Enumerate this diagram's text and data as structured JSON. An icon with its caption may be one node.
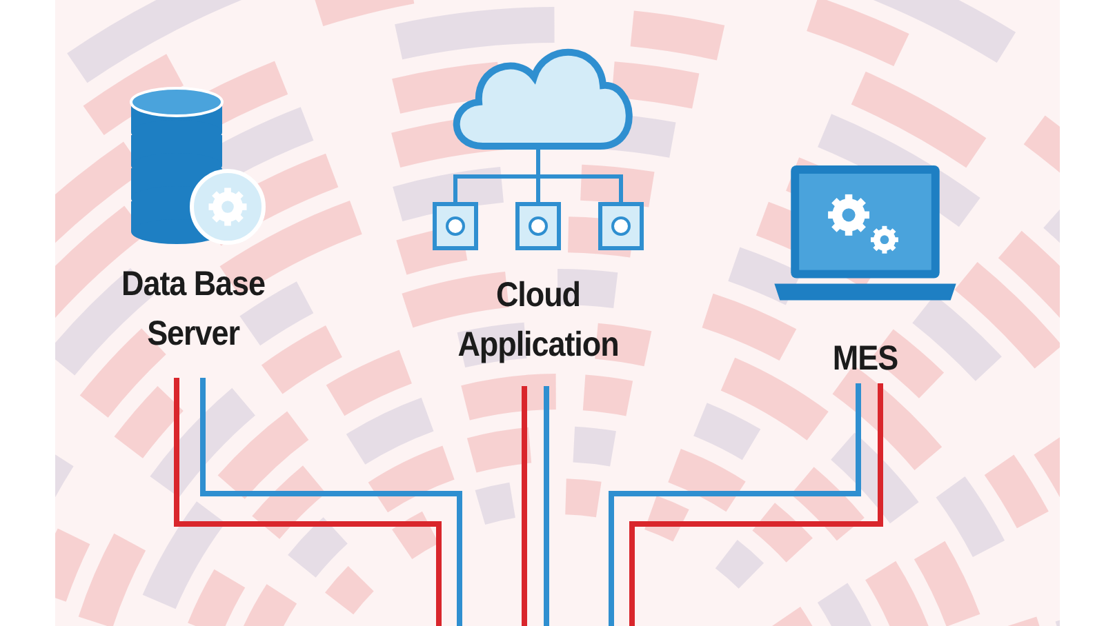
{
  "diagram": {
    "nodes": [
      {
        "text": [
          "Data Base Server"
        ]
      },
      {
        "text": [
          "Cloud Application"
        ]
      },
      {
        "text": [
          "MES"
        ]
      }
    ],
    "edges": [
      {
        "from": 0,
        "to": null,
        "arrow": "none",
        "color": "#d9262c"
      },
      {
        "from": 0,
        "to": null,
        "arrow": "none",
        "color": "#2f8fd0"
      },
      {
        "from": 1,
        "to": null,
        "arrow": "none",
        "color": "#d9262c"
      },
      {
        "from": 1,
        "to": null,
        "arrow": "none",
        "color": "#2f8fd0"
      },
      {
        "from": 2,
        "to": null,
        "arrow": "none",
        "color": "#2f8fd0"
      },
      {
        "from": 2,
        "to": null,
        "arrow": "none",
        "color": "#d9262c"
      }
    ]
  }
}
